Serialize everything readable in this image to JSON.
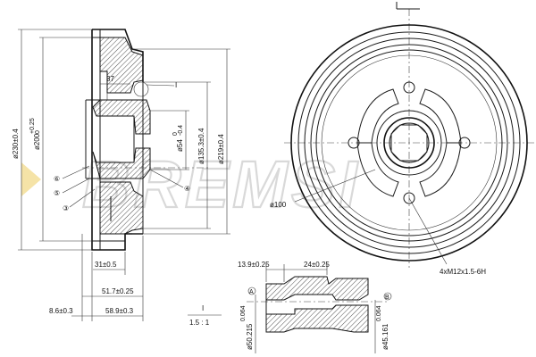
{
  "watermark": {
    "text": "BREMSI"
  },
  "side_view": {
    "dims": {
      "d230": "ø230±0.4",
      "d200": "ø200",
      "d200_tol_top": "+0.25",
      "d200_tol_bot": "0",
      "d54": "ø54",
      "d54_tol_top": "0",
      "d54_tol_bot": "-0.4",
      "d135": "ø135.3±0.4",
      "d219": "ø219±0.4",
      "w37": "37",
      "w31": "31±0.5",
      "w51": "51.7±0.25",
      "w8": "8.6±0.3",
      "w58": "58.9±0.3"
    },
    "markers": {
      "detail": "I",
      "b1": "⑥",
      "b2": "⑤",
      "b3": "③",
      "b4": "④"
    }
  },
  "front_view": {
    "dims": {
      "d100": "ø100",
      "thread": "4xM12x1.5-6H"
    }
  },
  "detail": {
    "label": "I",
    "scale": "1.5 : 1",
    "dims": {
      "w13": "13.9±0.25",
      "w24": "24±0.25",
      "d50": "ø50.215",
      "d50_tol": "0.064",
      "d45": "ø45.161",
      "d45_tol": "0.064"
    },
    "datums": {
      "a": "A",
      "b": "B"
    }
  }
}
